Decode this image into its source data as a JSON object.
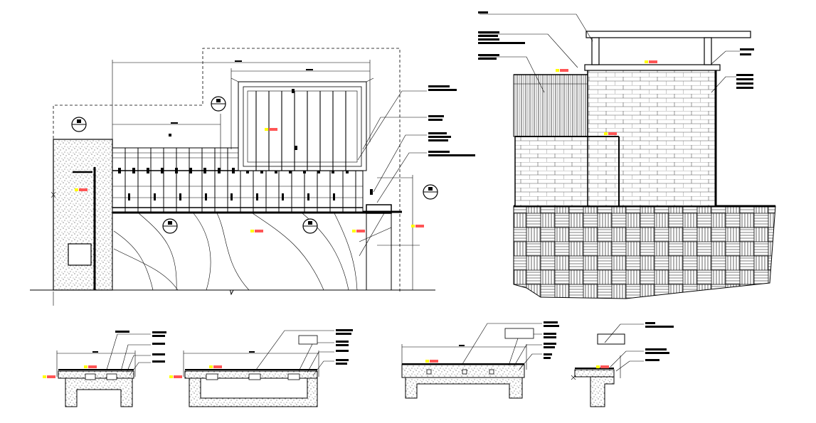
{
  "drawing": {
    "views": [
      "front-elevation",
      "side-section",
      "detail-1",
      "detail-2",
      "detail-3",
      "detail-4"
    ]
  },
  "colors": {
    "line": "#000000",
    "tag_yellow": "#ffff00",
    "tag_red": "#ff5555",
    "paper": "#ffffff"
  }
}
